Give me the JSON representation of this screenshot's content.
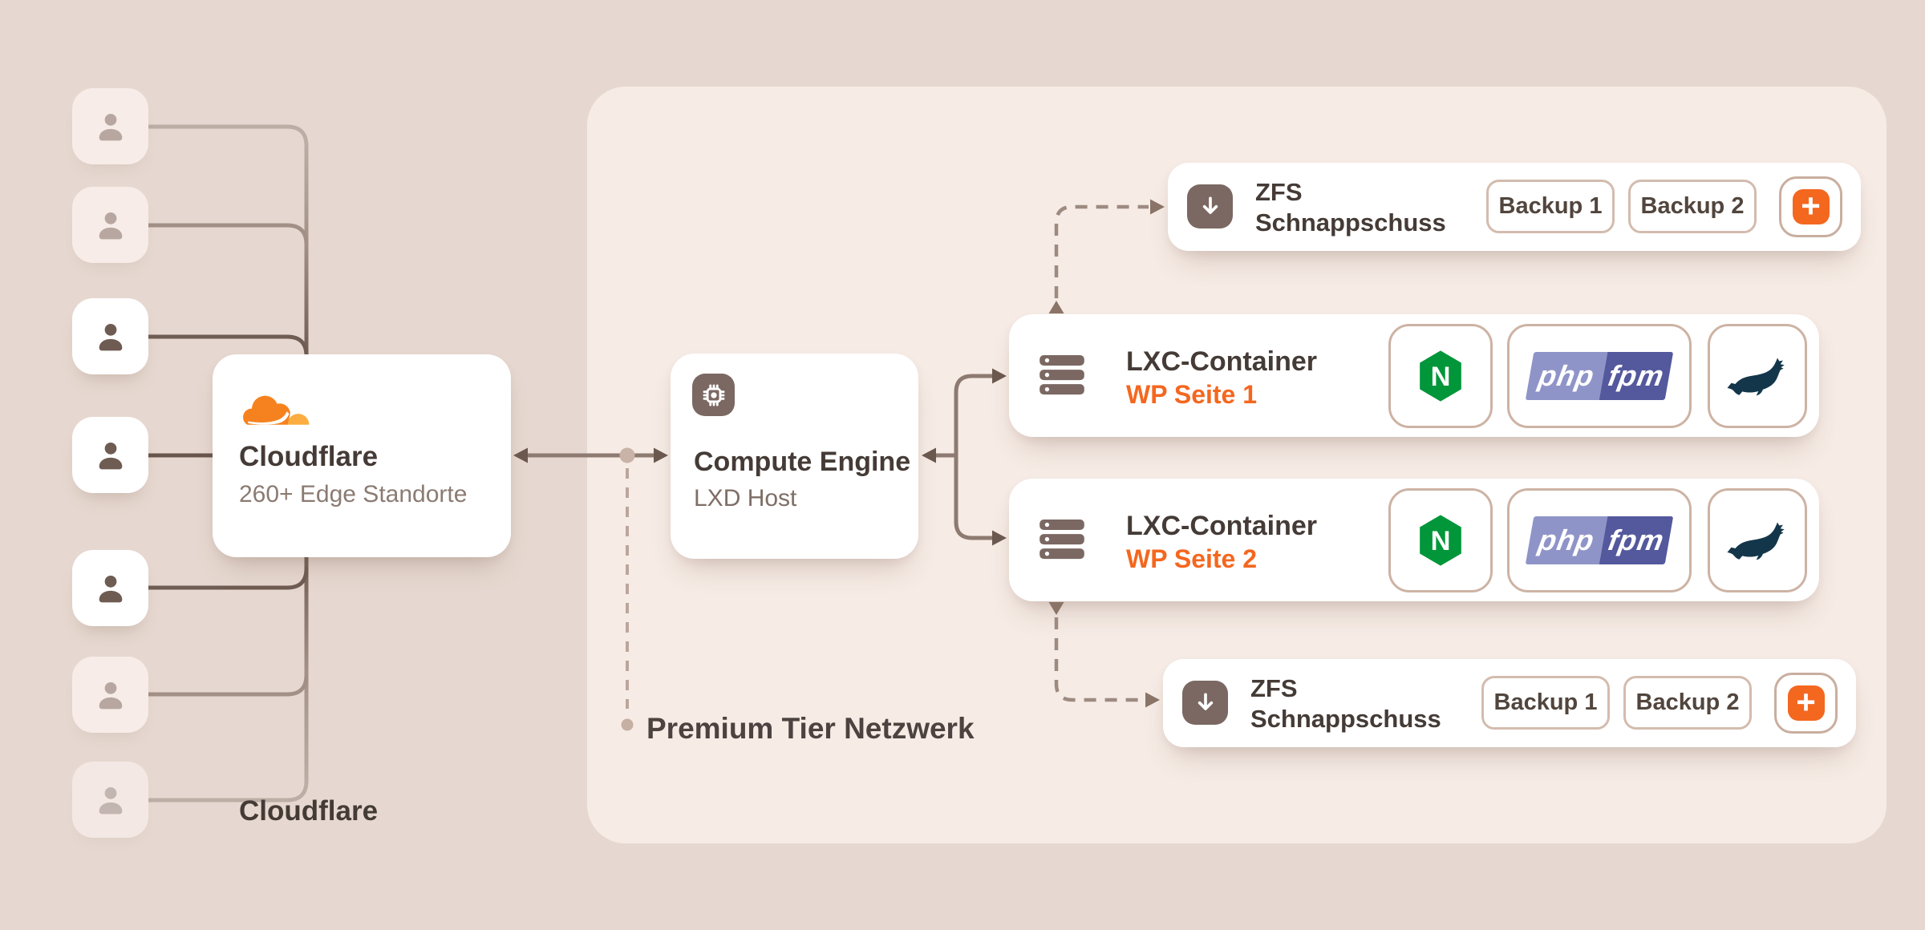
{
  "colors": {
    "background": "#e6d8d0",
    "panel": "#f6ebe5",
    "card": "#ffffff",
    "connector_line": "#8d7a70",
    "connector_arrow": "#6b584e",
    "dashed_line": "#9d8a81",
    "accent_orange": "#f4671f",
    "cloudflare_orange": "#f6821f",
    "cloudflare_orange_light": "#fbad41",
    "nginx_green": "#009639",
    "php_fpm_left": "#8f94c8",
    "php_fpm_right": "#54589c",
    "mariadb_navy": "#14364a",
    "icon_square": "#7b6862",
    "title_text": "#453b36",
    "muted_text": "#8b7b72"
  },
  "users": {
    "count": 7,
    "icon": "user-person-icon",
    "items": [
      {
        "state": "faded"
      },
      {
        "state": "faded"
      },
      {
        "state": "active"
      },
      {
        "state": "active"
      },
      {
        "state": "active"
      },
      {
        "state": "faded"
      },
      {
        "state": "ghost"
      }
    ]
  },
  "cloudflare": {
    "title": "Cloudflare",
    "subtitle": "260+ Edge Standorte",
    "icon": "cloudflare-cloud-icon"
  },
  "compute": {
    "title": "Compute Engine",
    "subtitle": "LXD Host",
    "icon": "cpu-chip-icon"
  },
  "network": {
    "label": "Premium Tier Netzwerk"
  },
  "containers": [
    {
      "title": "LXC-Container",
      "subtitle": "WP Seite 1",
      "icon": "server-stack-icon",
      "services": [
        {
          "name": "nginx",
          "letter": "N"
        },
        {
          "name": "php-fpm",
          "php": "php",
          "fpm": "fpm"
        },
        {
          "name": "mariadb"
        }
      ]
    },
    {
      "title": "LXC-Container",
      "subtitle": "WP Seite 2",
      "icon": "server-stack-icon",
      "services": [
        {
          "name": "nginx",
          "letter": "N"
        },
        {
          "name": "php-fpm",
          "php": "php",
          "fpm": "fpm"
        },
        {
          "name": "mariadb"
        }
      ]
    }
  ],
  "snapshots": [
    {
      "title_line1": "ZFS",
      "title_line2": "Schnappschuss",
      "icon": "download-icon",
      "buttons": [
        "Backup 1",
        "Backup 2"
      ],
      "add_label": "+"
    },
    {
      "title_line1": "ZFS",
      "title_line2": "Schnappschuss",
      "icon": "download-icon",
      "buttons": [
        "Backup 1",
        "Backup 2"
      ],
      "add_label": "+"
    }
  ]
}
